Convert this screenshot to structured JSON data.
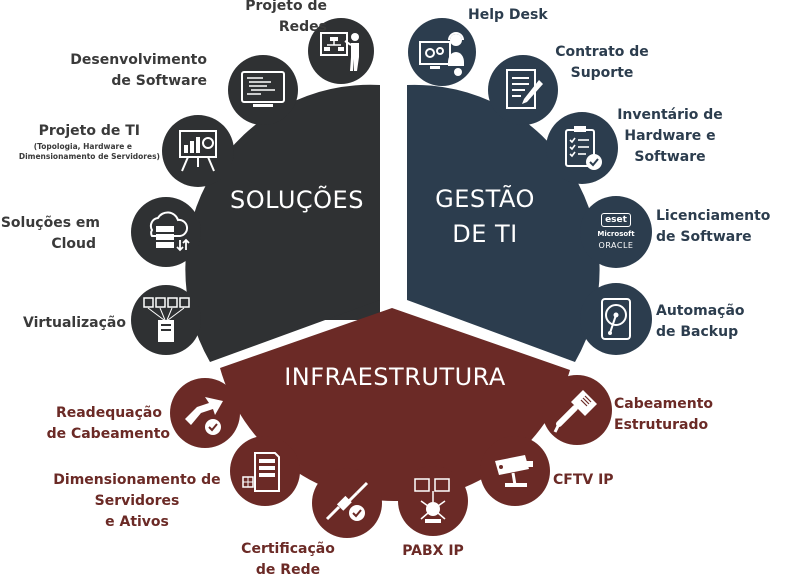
{
  "colors": {
    "solucoes": "#2f3133",
    "gestao": "#2c3d4e",
    "infra": "#6b2a26",
    "white": "#ffffff"
  },
  "sectors": {
    "solucoes": "SOLUÇÕES",
    "gestao_line1": "GESTÃO",
    "gestao_line2": "DE TI",
    "infra": "INFRAESTRUTURA"
  },
  "items": {
    "projeto_redes": {
      "line1": "Projeto de",
      "line2": "Redes",
      "icon": "presenter-board-icon"
    },
    "desenvolvimento": {
      "line1": "Desenvolvimento",
      "line2": "de Software",
      "icon": "code-monitor-icon"
    },
    "projeto_ti": {
      "line1": "Projeto de TI",
      "sub1": "(Topologia, Hardware e",
      "sub2": "Dimensionamento de Servidores)",
      "icon": "chart-board-icon"
    },
    "cloud": {
      "line1": "Soluções em",
      "line2": "Cloud",
      "icon": "cloud-server-icon"
    },
    "virtualizacao": {
      "line1": "Virtualização",
      "icon": "virtual-servers-icon"
    },
    "help_desk": {
      "line1": "Help Desk",
      "icon": "support-agent-icon"
    },
    "contrato": {
      "line1": "Contrato de",
      "line2": "Suporte",
      "icon": "contract-pen-icon"
    },
    "inventario": {
      "line1": "Inventário de",
      "line2": "Hardware e",
      "line3": "Software",
      "icon": "checklist-icon"
    },
    "licenciamento": {
      "line1": "Licenciamento",
      "line2": "de Software",
      "icon": "vendor-logos-icon",
      "logo1": "eset",
      "logo2": "Microsoft",
      "logo3": "ORACLE"
    },
    "backup": {
      "line1": "Automação",
      "line2": "de Backup",
      "icon": "hard-drive-icon"
    },
    "readequacao": {
      "line1": "Readequação",
      "line2": "de Cabeamento",
      "icon": "cable-arrow-icon"
    },
    "dimensionamento": {
      "line1": "Dimensionamento de",
      "line2": "Servidores",
      "line3": "e Ativos",
      "icon": "server-tower-icon"
    },
    "certificacao": {
      "line1": "Certificação",
      "line2": "de Rede",
      "icon": "cable-check-icon"
    },
    "pabx": {
      "line1": "PABX IP",
      "icon": "ip-phone-icon"
    },
    "cftv": {
      "line1": "CFTV IP",
      "icon": "security-camera-icon"
    },
    "cabeamento": {
      "line1": "Cabeamento",
      "line2": "Estruturado",
      "icon": "network-cable-icon"
    }
  }
}
